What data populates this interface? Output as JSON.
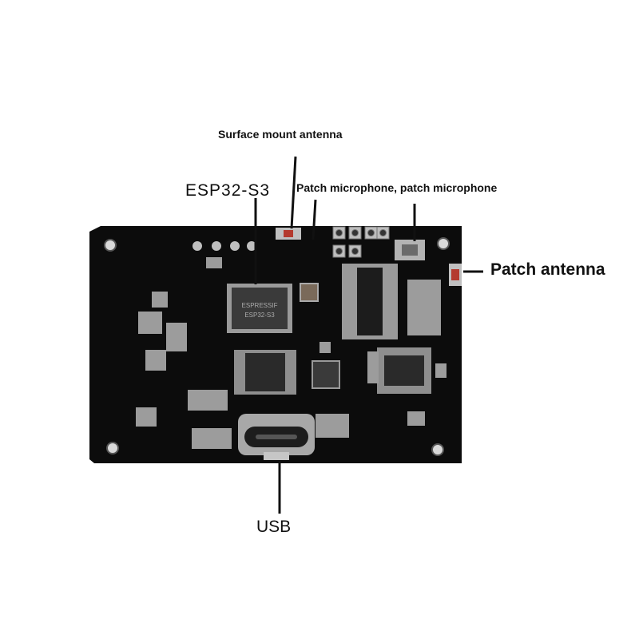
{
  "labels": {
    "surface_antenna": "Surface mount antenna",
    "esp32": "ESP32-S3",
    "microphones": "Patch microphone, patch microphone",
    "patch_antenna": "Patch antenna",
    "usb": "USB"
  },
  "chips": {
    "main_brand": "ESPRESSIF",
    "main_model": "ESP32-S3"
  },
  "colors": {
    "board": "#0c0c0c",
    "silk": "#2a2a2a",
    "pad": "#c9c9c9",
    "antenna_red": "#b43a2e",
    "lines": "#111111"
  }
}
